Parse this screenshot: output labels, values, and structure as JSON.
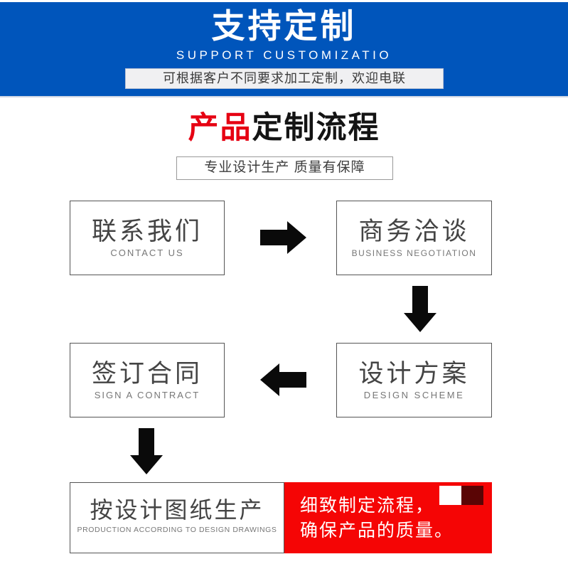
{
  "header": {
    "title": "支持定制",
    "subtitle": "SUPPORT CUSTOMIZATIO",
    "note": "可根据客户不同要求加工定制，欢迎电联",
    "bg_color": "#0055bb",
    "note_bg_color": "#f0f0f2"
  },
  "section": {
    "title_accent": "产品",
    "title_plain": "定制流程",
    "accent_color": "#e60012",
    "subtitle": "专业设计生产 质量有保障"
  },
  "flow": {
    "steps": [
      {
        "cn": "联系我们",
        "en": "CONTACT US"
      },
      {
        "cn": "商务洽谈",
        "en": "BUSINESS  NEGOTIATION"
      },
      {
        "cn": "设计方案",
        "en": "DESIGN  SCHEME"
      },
      {
        "cn": "签订合同",
        "en": "SIGN A CONTRACT"
      },
      {
        "cn": "按设计图纸生产",
        "en": "PRODUCTION ACCORDING TO DESIGN DRAWINGS"
      }
    ],
    "arrows": [
      {
        "name": "arrow-right-icon",
        "direction": "right"
      },
      {
        "name": "arrow-down-icon",
        "direction": "down"
      },
      {
        "name": "arrow-left-icon",
        "direction": "left"
      },
      {
        "name": "arrow-down-icon",
        "direction": "down"
      }
    ]
  },
  "callout": {
    "line1": "细致制定流程，",
    "line2": "确保产品的质量。",
    "bg_color": "#f50505",
    "deco_light_color": "#ffffff",
    "deco_dark_color": "#5a0505"
  }
}
